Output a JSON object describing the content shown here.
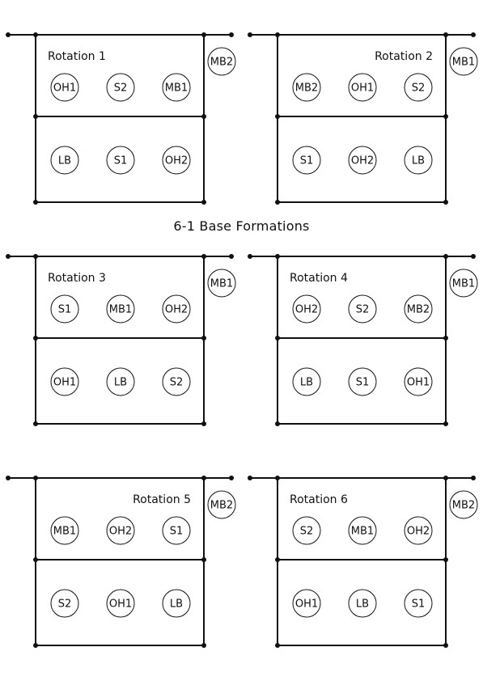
{
  "title": "6-1 Base Formations",
  "colors": {
    "stroke": "#111111",
    "background": "#ffffff"
  },
  "rotations": [
    {
      "label": "Rotation 1",
      "label_align": "left",
      "outside": "MB2",
      "front": [
        "OH1",
        "S2",
        "MB1"
      ],
      "back": [
        "LB",
        "S1",
        "OH2"
      ]
    },
    {
      "label": "Rotation 2",
      "label_align": "right",
      "outside": "MB1",
      "front": [
        "MB2",
        "OH1",
        "S2"
      ],
      "back": [
        "S1",
        "OH2",
        "LB"
      ]
    },
    {
      "label": "Rotation 3",
      "label_align": "left",
      "outside": "MB1",
      "front": [
        "S1",
        "MB1",
        "OH2"
      ],
      "back": [
        "OH1",
        "LB",
        "S2"
      ]
    },
    {
      "label": "Rotation 4",
      "label_align": "left",
      "outside": "MB1",
      "front": [
        "OH2",
        "S2",
        "MB2"
      ],
      "back": [
        "LB",
        "S1",
        "OH1"
      ]
    },
    {
      "label": "Rotation 5",
      "label_align": "right",
      "outside": "MB2",
      "front": [
        "MB1",
        "OH2",
        "S1"
      ],
      "back": [
        "S2",
        "OH1",
        "LB"
      ]
    },
    {
      "label": "Rotation 6",
      "label_align": "left",
      "outside": "MB2",
      "front": [
        "S2",
        "MB1",
        "OH2"
      ],
      "back": [
        "OH1",
        "LB",
        "S1"
      ]
    }
  ]
}
